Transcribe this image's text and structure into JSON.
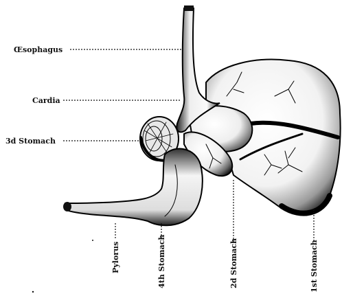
{
  "figure": {
    "labels": {
      "oesophagus": "Œsophagus",
      "cardia": "Cardia",
      "third_stomach": "3d  Stomach",
      "pylorus": "Pylorus",
      "fourth_stomach": "4th Stomach",
      "second_stomach": "2d Stomach",
      "first_stomach": "1st Stomach"
    }
  }
}
